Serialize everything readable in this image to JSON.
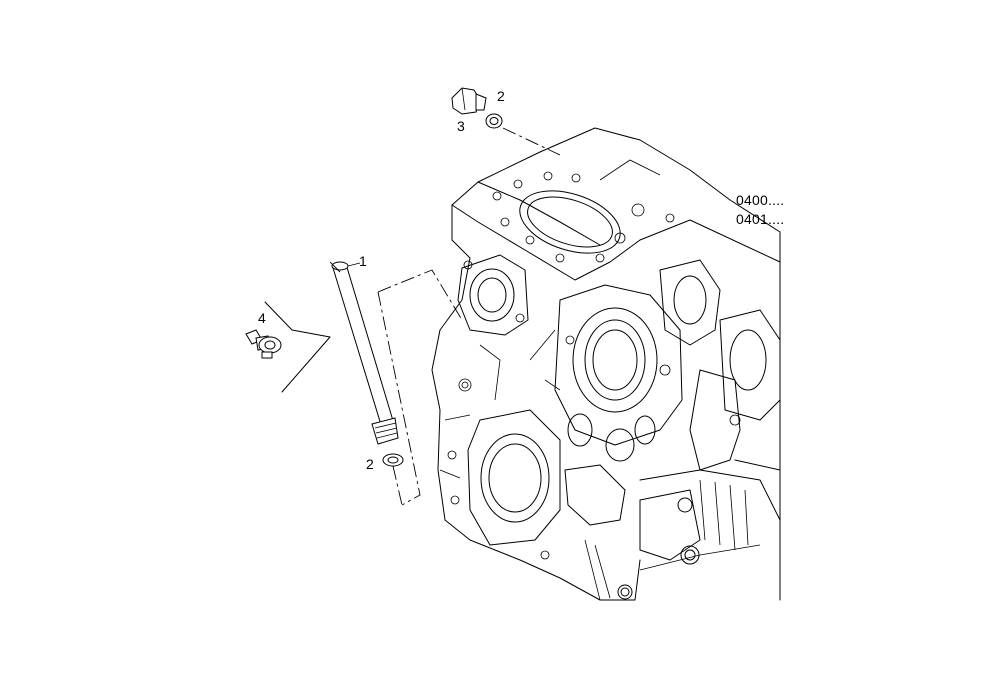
{
  "callouts": {
    "item_1": "1",
    "item_2_top": "2",
    "item_2_bottom": "2",
    "item_3": "3",
    "item_4": "4"
  },
  "reference_codes": [
    "0400....",
    "0401...."
  ],
  "icons": {
    "engine_block": "engine-block-drawing",
    "dipstick_tube": "dipstick-tube-drawing",
    "plug": "plug-drawing",
    "washer": "washer-drawing",
    "screw_clamp": "screw-clamp-drawing"
  }
}
